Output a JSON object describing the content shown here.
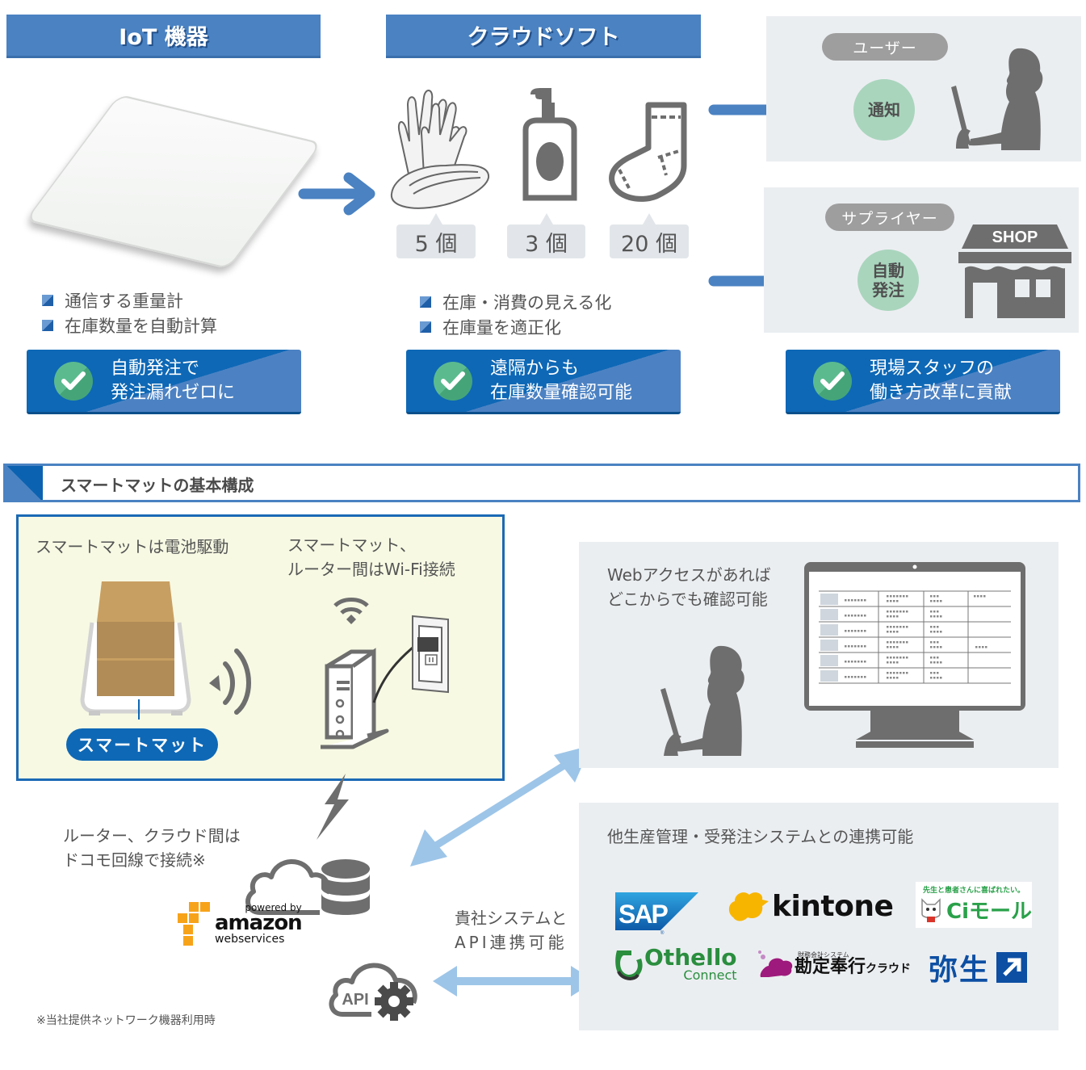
{
  "headers": {
    "iot": "IoT 機器",
    "cloud": "クラウドソフト"
  },
  "items": [
    {
      "icon": "gloves-mask-icon",
      "count": "5 個"
    },
    {
      "icon": "pump-bottle-icon",
      "count": "3 個"
    },
    {
      "icon": "sock-icon",
      "count": "20 個"
    }
  ],
  "targets": {
    "user": {
      "label": "ユーザー",
      "action": "通知",
      "icon": "person-at-computer-icon"
    },
    "supplier": {
      "label": "サプライヤー",
      "action_line1": "自動",
      "action_line2": "発注",
      "icon": "shop-icon",
      "shop_sign": "SHOP"
    }
  },
  "bullets": {
    "iot": [
      "通信する重量計",
      "在庫数量を自動計算"
    ],
    "cloud": [
      "在庫・消費の見える化",
      "在庫量を適正化"
    ]
  },
  "benefits": [
    {
      "line1": "自動発注で",
      "line2": "発注漏れゼロに"
    },
    {
      "line1": "遠隔からも",
      "line2": "在庫数量確認可能"
    },
    {
      "line1": "現場スタッフの",
      "line2": "働き方改革に貢献"
    }
  ],
  "section": {
    "title": "スマートマットの基本構成"
  },
  "config": {
    "battery_text": "スマートマットは電池駆動",
    "wifi_text_line1": "スマートマット、",
    "wifi_text_line2": "ルーター間はWi-Fi接続",
    "mat_label": "スマートマット",
    "docomo_line1": "ルーター、クラウド間は",
    "docomo_line2": "ドコモ回線で接続※",
    "footnote": "※当社提供ネットワーク機器利用時",
    "aws": {
      "powered_by": "powered by",
      "amazon": "amazon",
      "web_services": "webservices"
    },
    "api_label": "API",
    "api_text_line1": "貴社システムと",
    "api_text_line2": "API連携可能",
    "web_text_line1": "Webアクセスがあれば",
    "web_text_line2": "どこからでも確認可能",
    "integration_title": "他生産管理・受発注システムとの連携可能"
  },
  "logos": {
    "sap": "SAP",
    "kintone": "kintone",
    "cimall_tagline": "先生と患者さんに喜ばれたい。",
    "cimall": "Ciモール",
    "othello": "Othello",
    "othello_sub": "Connect",
    "kanjo_tagline": "財務会計システム",
    "kanjo": "勘定奉行",
    "kanjo_sub": "クラウド",
    "yayoi": "弥生"
  },
  "colors": {
    "header_blue": "#4a82c2",
    "benefit_blue": "#0e68b6",
    "check_green": "#5bbb8f",
    "circle_green": "#a9d5bd",
    "icon_grey": "#6e6e6e",
    "panel_grey": "#ebeef1",
    "config_bg": "#f7f9e3",
    "light_arrow": "#9dc5e8"
  }
}
